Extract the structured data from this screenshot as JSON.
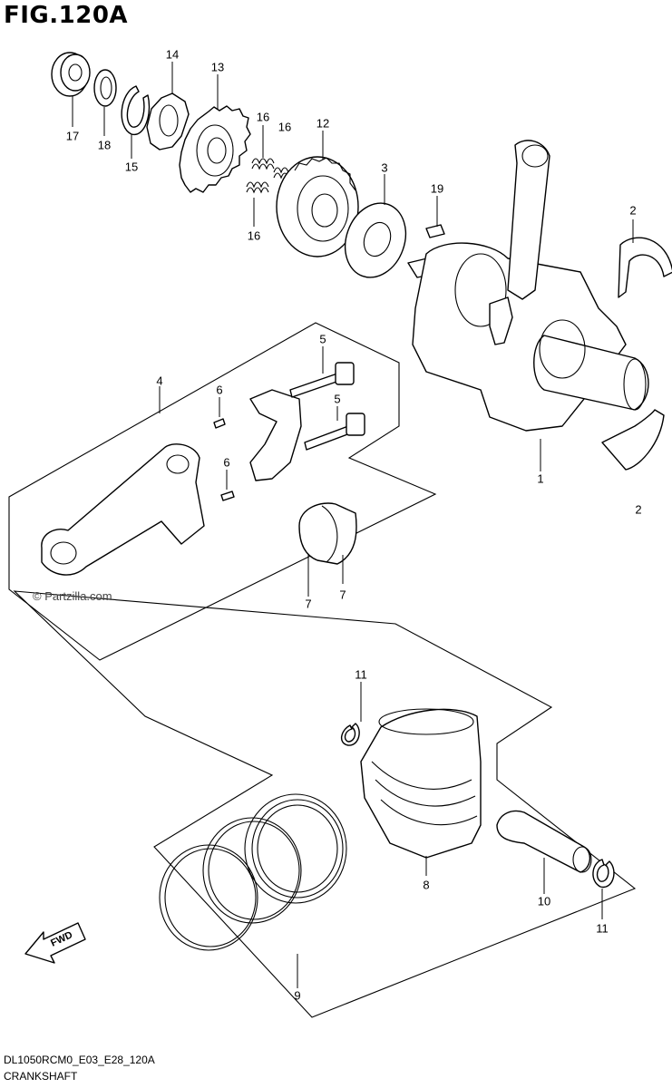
{
  "figure": {
    "title": "FIG.120A",
    "footer_code": "DL1050RCM0_E03_E28_120A",
    "footer_name": "CRANKSHAFT",
    "watermark": "© Partzilla.com",
    "direction_label": "FWD"
  },
  "callouts": [
    {
      "id": "c17",
      "text": "17"
    },
    {
      "id": "c18",
      "text": "18"
    },
    {
      "id": "c15",
      "text": "15"
    },
    {
      "id": "c14",
      "text": "14"
    },
    {
      "id": "c13",
      "text": "13"
    },
    {
      "id": "c16a",
      "text": "16"
    },
    {
      "id": "c16b",
      "text": "16"
    },
    {
      "id": "c16c",
      "text": "16"
    },
    {
      "id": "c12",
      "text": "12"
    },
    {
      "id": "c3",
      "text": "3"
    },
    {
      "id": "c19",
      "text": "19"
    },
    {
      "id": "c2a",
      "text": "2"
    },
    {
      "id": "c2b",
      "text": "2"
    },
    {
      "id": "c1",
      "text": "1"
    },
    {
      "id": "c4",
      "text": "4"
    },
    {
      "id": "c5a",
      "text": "5"
    },
    {
      "id": "c5b",
      "text": "5"
    },
    {
      "id": "c6a",
      "text": "6"
    },
    {
      "id": "c6b",
      "text": "6"
    },
    {
      "id": "c7a",
      "text": "7"
    },
    {
      "id": "c7b",
      "text": "7"
    },
    {
      "id": "c11a",
      "text": "11"
    },
    {
      "id": "c11b",
      "text": "11"
    },
    {
      "id": "c8",
      "text": "8"
    },
    {
      "id": "c9",
      "text": "9"
    },
    {
      "id": "c10",
      "text": "10"
    }
  ]
}
